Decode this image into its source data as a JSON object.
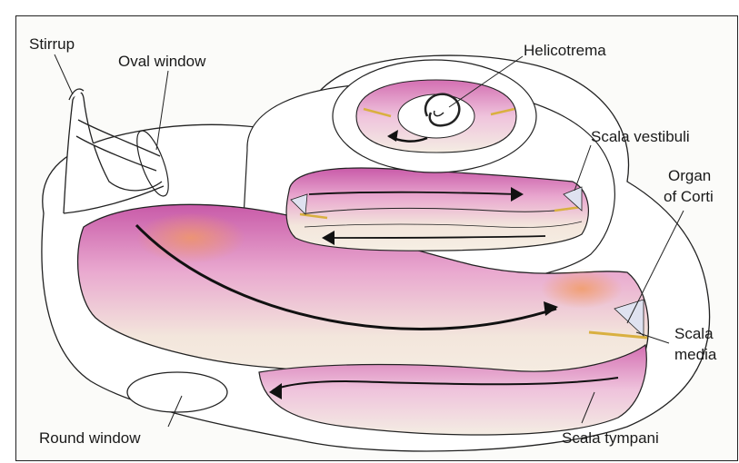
{
  "diagram": {
    "labels": {
      "stirrup": "Stirrup",
      "oval_window": "Oval window",
      "helicotrema": "Helicotrema",
      "scala_vestibuli": "Scala vestibuli",
      "organ_of_corti_line1": "Organ",
      "organ_of_corti_line2": "of Corti",
      "scala_media_line1": "Scala",
      "scala_media_line2": "media",
      "round_window": "Round window",
      "scala_tympani": "Scala tympani"
    },
    "colors": {
      "duct_pink": "#e49ac8",
      "duct_cream": "#f4ecdc",
      "duct_orange": "#f2a36b",
      "outline": "#222222",
      "membrane_yellow": "#d9b040"
    }
  }
}
